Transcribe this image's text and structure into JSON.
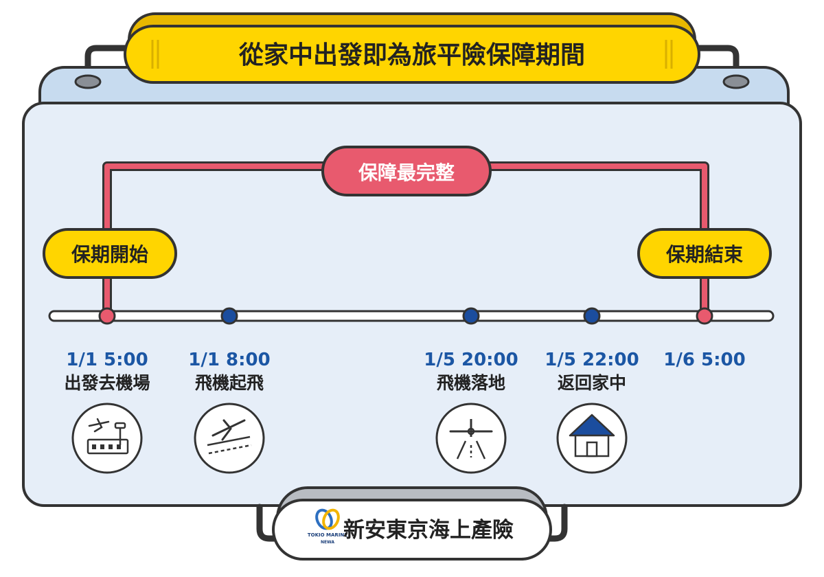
{
  "title": "從家中出發即為旅平險保障期間",
  "coverage_label": "保障最完整",
  "start_label": "保期開始",
  "end_label": "保期結束",
  "events": [
    {
      "time": "1/1 5:00",
      "label": "出發去機場",
      "icon": "airport-icon",
      "marker": "period-start"
    },
    {
      "time": "1/1 8:00",
      "label": "飛機起飛",
      "icon": "plane-takeoff-icon",
      "marker": "event"
    },
    {
      "time": "1/5 20:00",
      "label": "飛機落地",
      "icon": "plane-landing-icon",
      "marker": "event"
    },
    {
      "time": "1/5 22:00",
      "label": "返回家中",
      "icon": "home-icon",
      "marker": "event"
    },
    {
      "time": "1/6 5:00",
      "label": "",
      "icon": "",
      "marker": "period-end"
    }
  ],
  "brand": {
    "logo_text": "TOKIO MARINE",
    "logo_sub": "NEWA",
    "name": "新安東京海上產險"
  },
  "colors": {
    "yellow": "#FFD500",
    "pink": "#E85A6E",
    "navy": "#1B4D9E",
    "card": "#E6EEF8",
    "card_top": "#C7DBEF",
    "outline": "#333333",
    "time_text": "#1B56A4"
  }
}
